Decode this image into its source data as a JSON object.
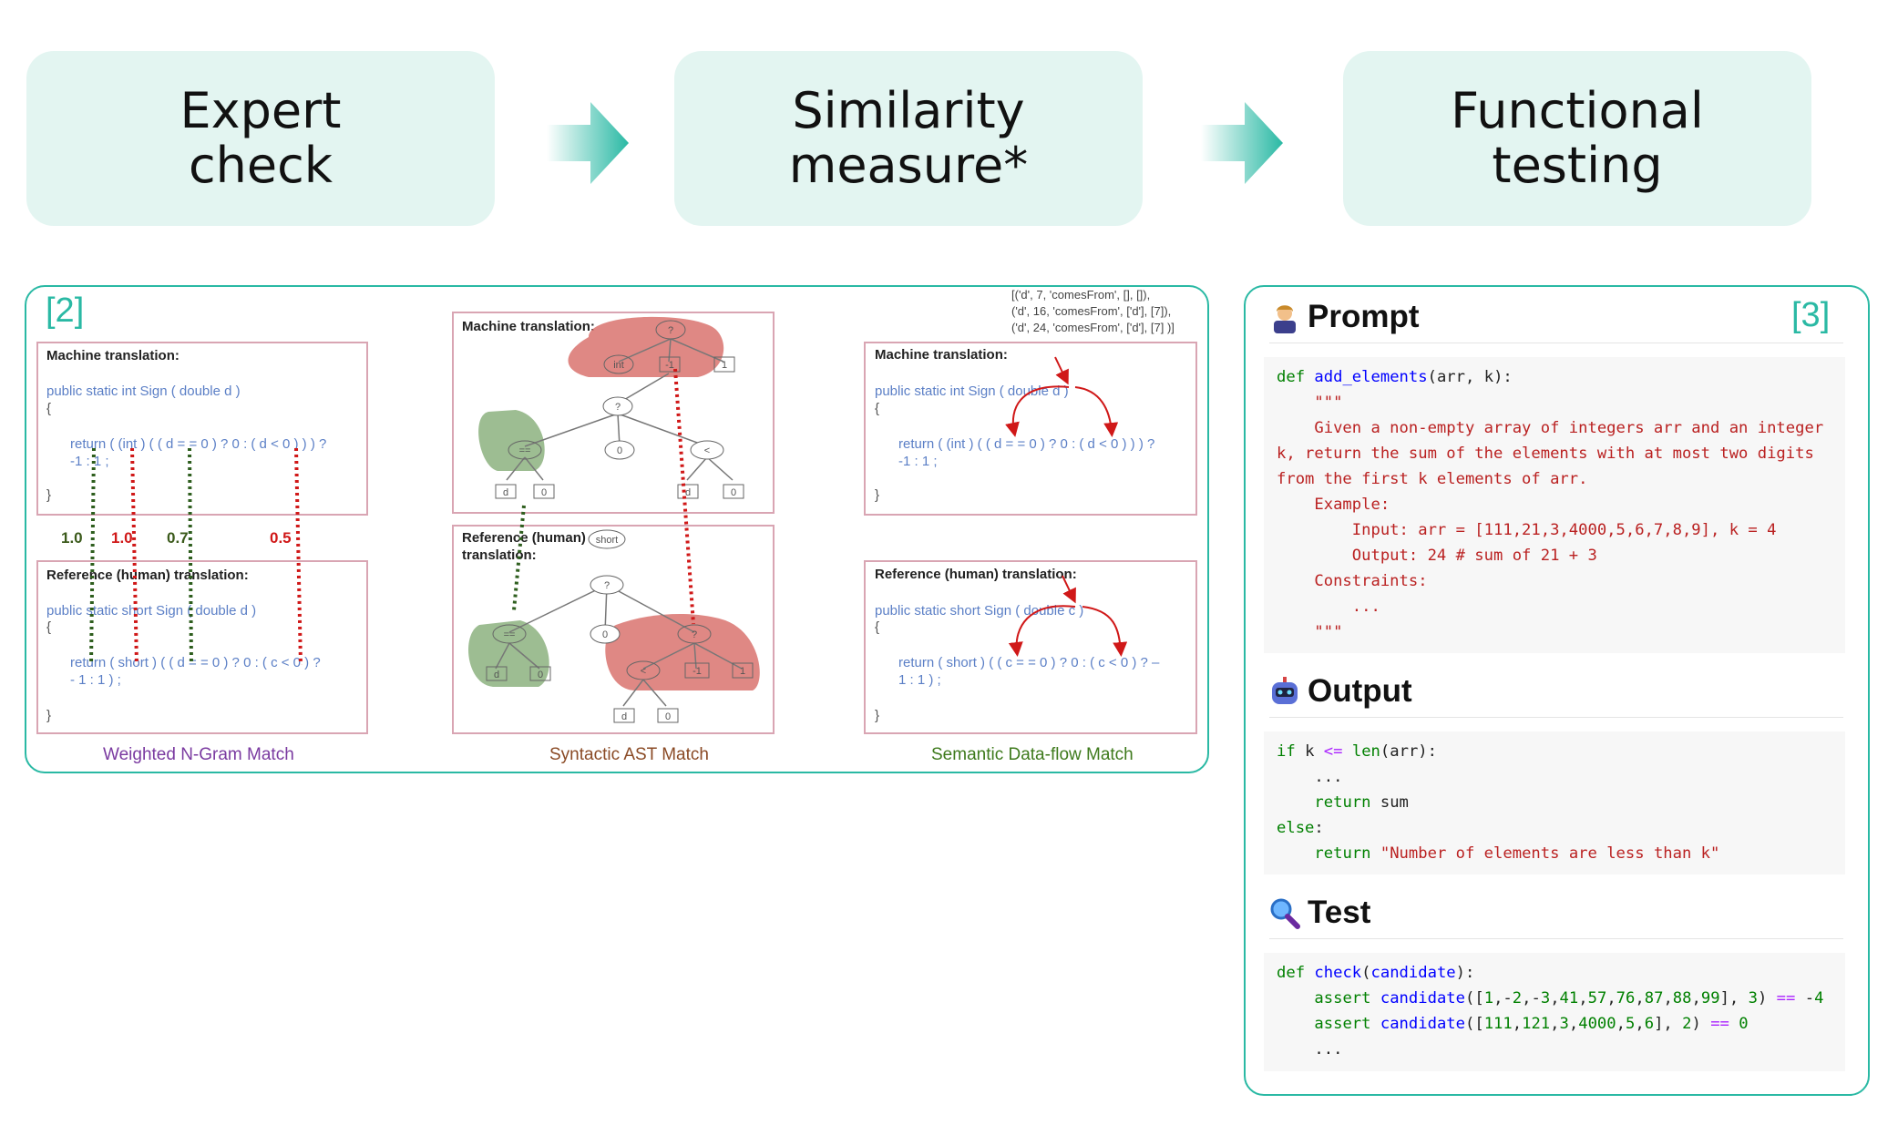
{
  "pipeline": {
    "stages": [
      {
        "title": "Expert\ncheck"
      },
      {
        "title": "Similarity\nmeasure*"
      },
      {
        "title": "Functional\ntesting"
      }
    ],
    "accent_color": "#2ab9a4",
    "stage_bg": "#e3f5f1"
  },
  "left_panel": {
    "ref": "[2]",
    "ngram": {
      "mt_label": "Machine translation:",
      "mt_code_1": "public static int Sign ( double d )",
      "mt_code_2": "{",
      "mt_code_3": "return ( (int ) ( ( d = = 0 ) ? 0 : ( d < 0 ) ) ) ?",
      "mt_code_4": "-1 : 1 ;",
      "mt_code_5": "}",
      "ref_label": "Reference (human) translation:",
      "ref_code_1": "public static short Sign ( double d )",
      "ref_code_2": "{",
      "ref_code_3": "return ( short ) ( ( d = = 0 ) ? 0 : ( c < 0 ) ?",
      "ref_code_4": "- 1 : 1 ) ;",
      "ref_code_5": "}",
      "scores": [
        "1.0",
        "1.0",
        "0.7",
        "0.5"
      ],
      "caption": "Weighted N-Gram Match"
    },
    "ast": {
      "mt_label": "Machine translation:",
      "ref_label_1": "Reference (human)",
      "ref_label_2": "translation:",
      "short_node": "short",
      "caption": "Syntactic AST Match",
      "nodes": {
        "q": "?",
        "int": "int",
        "neg1": "-1",
        "one": "1",
        "eqeq": "==",
        "zero": "0",
        "lt": "<",
        "d": "d"
      }
    },
    "dataflow": {
      "tuples": "[('d', 7, 'comesFrom', [], []),\n('d', 16, 'comesFrom', ['d'], [7]),\n('d', 24, 'comesFrom', ['d'], [7] )]",
      "mt_label": "Machine translation:",
      "mt_code_1": "public static int Sign ( double d )",
      "mt_code_2": "{",
      "mt_code_3": "return ( (int ) ( ( d = = 0 ) ? 0 : ( d < 0 ) ) ) ?",
      "mt_code_4": "-1 : 1 ;",
      "mt_code_5": "}",
      "ref_label": "Reference (human) translation:",
      "ref_code_1": "public static short Sign ( double c )",
      "ref_code_2": "{",
      "ref_code_3": "return ( short ) ( ( c = = 0 ) ? 0 : ( c < 0 ) ? –",
      "ref_code_4": "1 : 1 ) ;",
      "ref_code_5": "}",
      "caption": "Semantic Data-flow Match"
    }
  },
  "right_panel": {
    "ref": "[3]",
    "prompt_title": "Prompt",
    "prompt_icon": "person-icon",
    "prompt_lines": [
      "def add_elements(arr, k):",
      "    \"\"\"",
      "    Given a non-empty array of integers arr and an integer",
      "k, return the sum of the elements with at most two digits",
      "from the first k elements of arr.",
      "    Example:",
      "        Input: arr = [111,21,3,4000,5,6,7,8,9], k = 4",
      "        Output: 24 # sum of 21 + 3",
      "    Constraints:",
      "        ...",
      "    \"\"\""
    ],
    "output_title": "Output",
    "output_icon": "robot-icon",
    "output_lines": [
      "if k <= len(arr):",
      "    ...",
      "    return sum",
      "else:",
      "    return \"Number of elements are less than k\""
    ],
    "test_title": "Test",
    "test_icon": "magnifier-icon",
    "test_lines": [
      "def check(candidate):",
      "    assert candidate([1,-2,-3,41,57,76,87,88,99], 3) == -4",
      "    assert candidate([111,121,3,4000,5,6], 2) == 0",
      "    ..."
    ]
  }
}
